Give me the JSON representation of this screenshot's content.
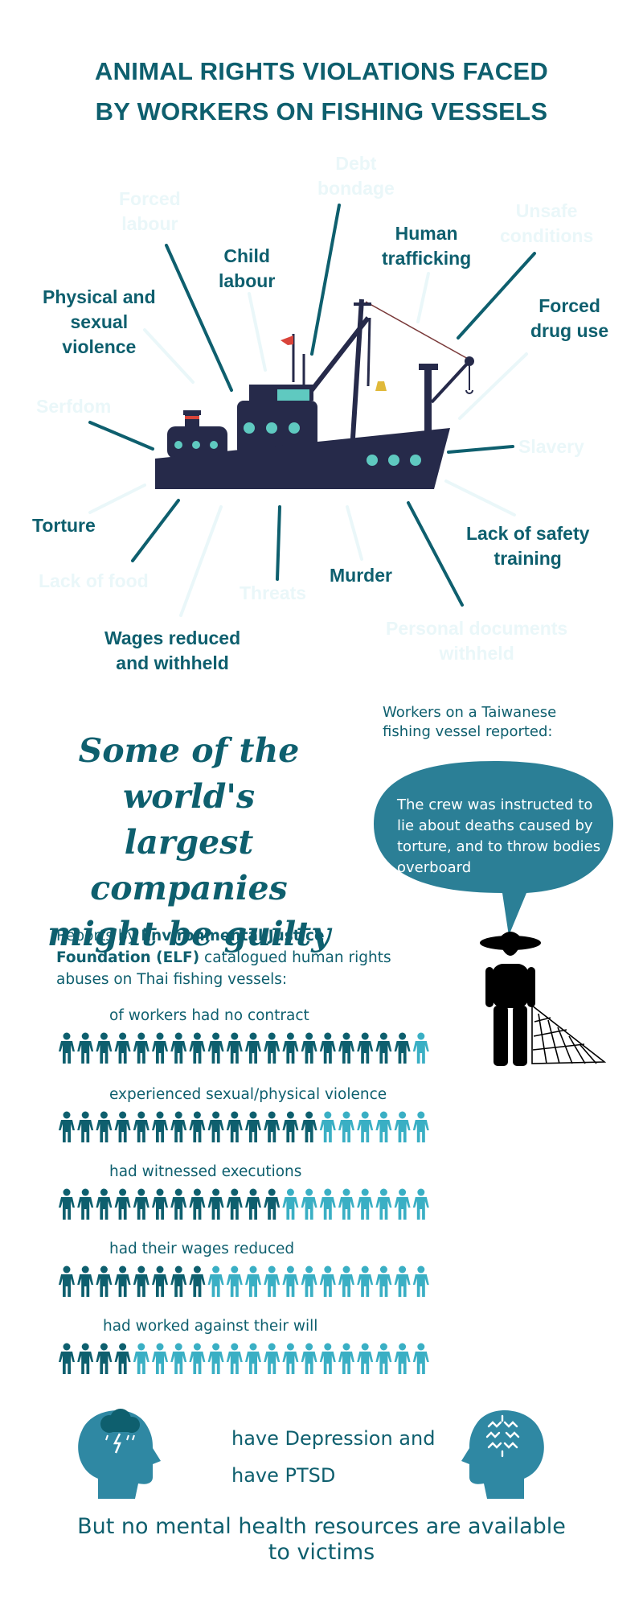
{
  "title": {
    "line1": "ANIMAL RIGHTS VIOLATIONS FACED",
    "line2": "BY WORKERS ON FISHING VESSELS"
  },
  "violations": {
    "debt_bondage": "Debt\nbondage",
    "forced_labour": "Forced\nlabour",
    "unsafe_conditions": "Unsafe\nconditions",
    "human_trafficking": "Human\ntrafficking",
    "child_labour": "Child\nlabour",
    "physical_sexual_violence": "Physical and\nsexual\nviolence",
    "forced_drug_use": "Forced\ndrug use",
    "serfdom": "Serfdom",
    "slavery": "Slavery",
    "torture": "Torture",
    "lack_of_safety_training": "Lack of safety\ntraining",
    "lack_of_food": "Lack of food",
    "threats": "Threats",
    "murder": "Murder",
    "wages_reduced": "Wages reduced\nand withheld",
    "personal_documents": "Personal documents\nwithheld"
  },
  "headline": {
    "line1": "Some of the world's",
    "line2": "largest companies",
    "line3": "might be guilty"
  },
  "taiwan": {
    "intro": "Workers on a Taiwanese fishing vessel reported:",
    "quote": "The crew was instructed to lie about deaths caused by torture, and to throw bodies overboard"
  },
  "elf": {
    "prefix": "Reports by ",
    "org": "Environmental Justice Foundation (ELF)",
    "suffix": " catalogued human rights abuses on Thai fishing vessels:"
  },
  "stats": [
    {
      "label": "of workers had no contract",
      "fraction": 0.95
    },
    {
      "label": "experienced sexual/physical violence",
      "fraction": 0.7
    },
    {
      "label": "had witnessed executions",
      "fraction": 0.6
    },
    {
      "label": "had their wages reduced",
      "fraction": 0.4
    },
    {
      "label": "had worked against their will",
      "fraction": 0.2
    }
  ],
  "mental_health": {
    "depression": "have Depression and",
    "ptsd": "have PTSD"
  },
  "footer": {
    "line1": "But no mental health resources are available",
    "line2": "to victims"
  },
  "colors": {
    "dark_teal": "#0e5f6e",
    "light_teal": "#3aafc4",
    "bubble": "#2b7f96",
    "boat": "#262a4a",
    "faint": "#eaf7f9",
    "head": "#2f88a3"
  }
}
